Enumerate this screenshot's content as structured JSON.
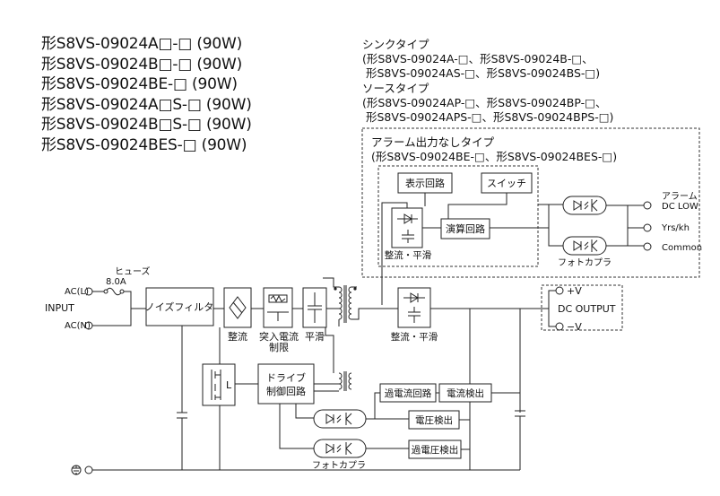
{
  "models": [
    "形S8VS-09024A□-□ (90W)",
    "形S8VS-09024B□-□ (90W)",
    "形S8VS-09024BE-□ (90W)",
    "形S8VS-09024A□S-□ (90W)",
    "形S8VS-09024B□S-□ (90W)",
    "形S8VS-09024BES-□ (90W)"
  ],
  "types": {
    "sink_title": "シンクタイプ",
    "sink_line1": "(形S8VS-09024A-□、形S8VS-09024B-□、",
    "sink_line2": "形S8VS-09024AS-□、形S8VS-09024BS-□)",
    "source_title": "ソースタイプ",
    "source_line1": "(形S8VS-09024AP-□、形S8VS-09024BP-□、",
    "source_line2": "形S8VS-09024APS-□、形S8VS-09024BPS-□)",
    "noalarm_title": "アラーム出力なしタイプ",
    "noalarm_line1": "(形S8VS-09024BE-□、形S8VS-09024BES-□)"
  },
  "blocks": {
    "display": "表示回路",
    "switch": "スイッチ",
    "calc": "演算回路",
    "rect_smooth": "整流・平滑",
    "photocoupler": "フォトカプラ",
    "alarm": "アラーム",
    "dc_low": "DC LOW",
    "yrs": "Yrs/kh",
    "common": "Common",
    "fuse": "ヒューズ",
    "fuse_rating": "8.0A",
    "ac_l": "AC(L)",
    "ac_n": "AC(N)",
    "input": "INPUT",
    "noise_filter": "ノイズフィルタ",
    "rectify": "整流",
    "inrush1": "突入電流",
    "inrush2": "制限",
    "smooth": "平滑",
    "dc_output": "DC OUTPUT",
    "plus_v": "+V",
    "minus_v": "−V",
    "drive1": "ドライブ",
    "drive2": "制御回路",
    "overcurrent": "過電流回路",
    "current_detect": "電流検出",
    "voltage_detect": "電圧検出",
    "overvoltage_detect": "過電圧検出",
    "L": "L"
  }
}
